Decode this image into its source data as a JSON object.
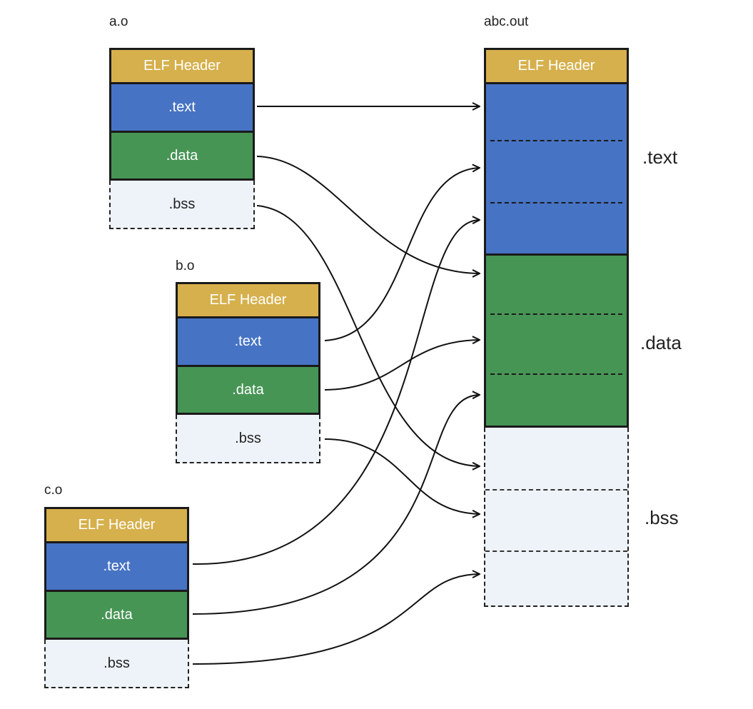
{
  "inputs": [
    {
      "name": "a.o",
      "header": "ELF Header",
      "text": ".text",
      "data": ".data",
      "bss": ".bss"
    },
    {
      "name": "b.o",
      "header": "ELF Header",
      "text": ".text",
      "data": ".data",
      "bss": ".bss"
    },
    {
      "name": "c.o",
      "header": "ELF Header",
      "text": ".text",
      "data": ".data",
      "bss": ".bss"
    }
  ],
  "output": {
    "name": "abc.out",
    "header": "ELF Header",
    "text_label": ".text",
    "data_label": ".data",
    "bss_label": ".bss"
  },
  "colors": {
    "header": "#d6b04c",
    "text": "#4673c4",
    "data": "#479555",
    "bss": "#eef3f9"
  }
}
